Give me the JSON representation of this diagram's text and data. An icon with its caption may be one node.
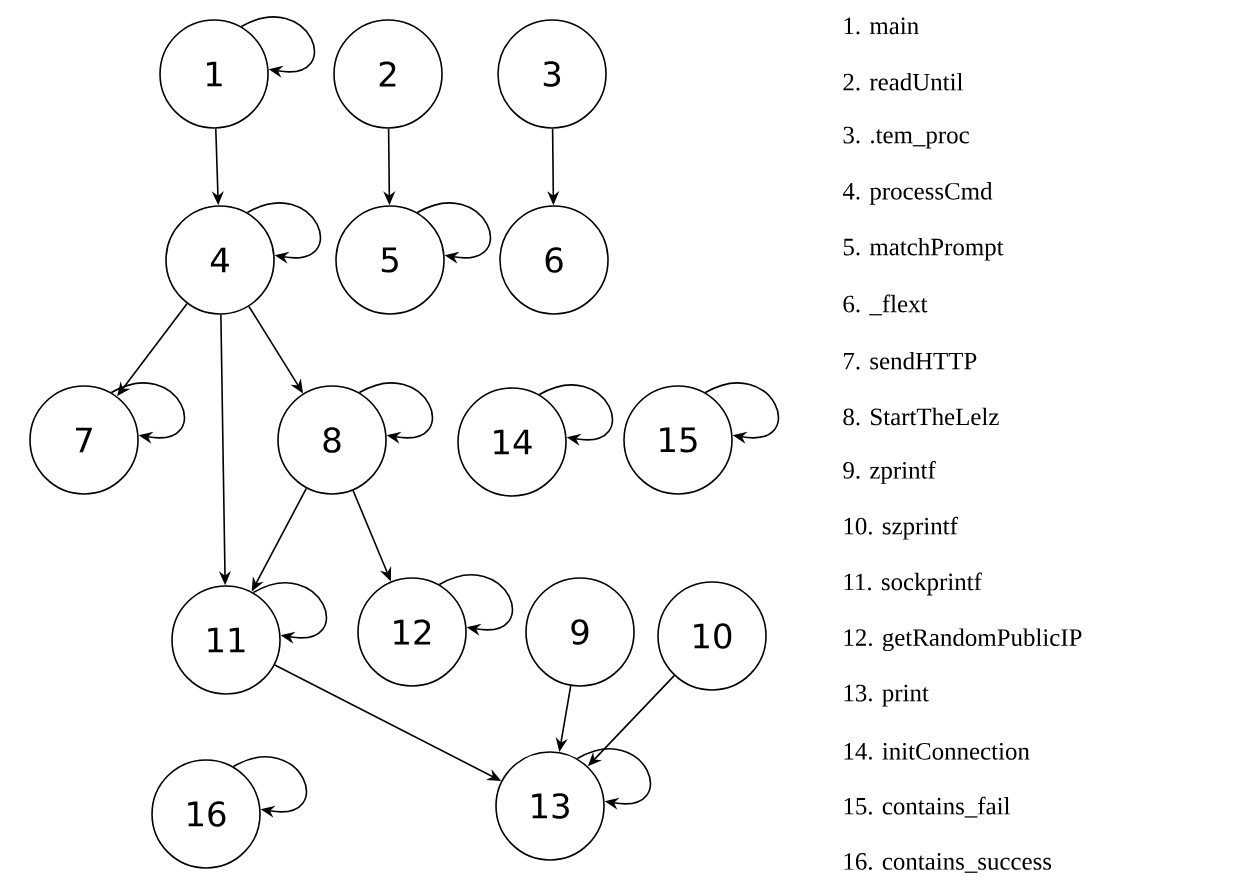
{
  "diagram": {
    "nodes": [
      {
        "text": [
          "1"
        ]
      },
      {
        "text": [
          "2"
        ]
      },
      {
        "text": [
          "3"
        ]
      },
      {
        "text": [
          "4"
        ]
      },
      {
        "text": [
          "5"
        ]
      },
      {
        "text": [
          "6"
        ]
      },
      {
        "text": [
          "7"
        ]
      },
      {
        "text": [
          "8"
        ]
      },
      {
        "text": [
          "14"
        ]
      },
      {
        "text": [
          "15"
        ]
      },
      {
        "text": [
          "11"
        ]
      },
      {
        "text": [
          "12"
        ]
      },
      {
        "text": [
          "9"
        ]
      },
      {
        "text": [
          "10"
        ]
      },
      {
        "text": [
          "16"
        ]
      },
      {
        "text": [
          "13"
        ]
      }
    ],
    "edges": [
      {
        "from": 0,
        "to": 0,
        "arrow": "to"
      },
      {
        "from": 0,
        "to": 3,
        "arrow": "to"
      },
      {
        "from": 1,
        "to": 4,
        "arrow": "to"
      },
      {
        "from": 2,
        "to": 5,
        "arrow": "to"
      },
      {
        "from": 3,
        "to": 3,
        "arrow": "to"
      },
      {
        "from": 4,
        "to": 4,
        "arrow": "to"
      },
      {
        "from": 3,
        "to": 6,
        "arrow": "to"
      },
      {
        "from": 3,
        "to": 10,
        "arrow": "to"
      },
      {
        "from": 3,
        "to": 7,
        "arrow": "to"
      },
      {
        "from": 6,
        "to": 6,
        "arrow": "to"
      },
      {
        "from": 7,
        "to": 7,
        "arrow": "to"
      },
      {
        "from": 8,
        "to": 8,
        "arrow": "to"
      },
      {
        "from": 9,
        "to": 9,
        "arrow": "to"
      },
      {
        "from": 7,
        "to": 10,
        "arrow": "to"
      },
      {
        "from": 7,
        "to": 11,
        "arrow": "to"
      },
      {
        "from": 10,
        "to": 10,
        "arrow": "to"
      },
      {
        "from": 11,
        "to": 11,
        "arrow": "to"
      },
      {
        "from": 10,
        "to": 15,
        "arrow": "to"
      },
      {
        "from": 12,
        "to": 15,
        "arrow": "to"
      },
      {
        "from": 13,
        "to": 15,
        "arrow": "to"
      },
      {
        "from": 14,
        "to": 14,
        "arrow": "to"
      },
      {
        "from": 15,
        "to": 15,
        "arrow": "to"
      }
    ],
    "labels": [
      "1. main",
      "2. readUntil",
      "3. .tem_proc",
      "4. processCmd",
      "5. matchPrompt",
      "6. _flext",
      "7. sendHTTP",
      "8. StartTheLelz",
      "9. zprintf",
      "10. szprintf",
      "11. sockprintf",
      "12. getRandomPublicIP",
      "13. print",
      "14. initConnection",
      "15. contains_fail",
      "16. contains_success"
    ]
  }
}
